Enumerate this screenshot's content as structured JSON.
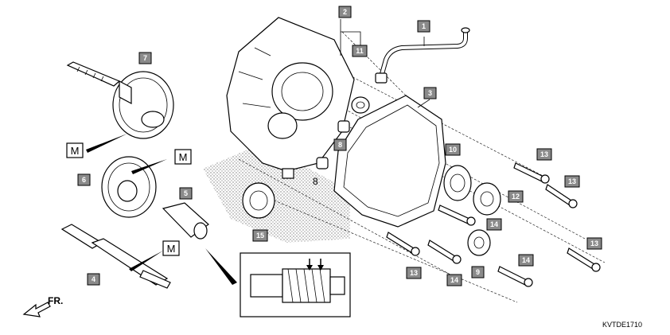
{
  "diagram": {
    "code": "KVTDE1710",
    "front_label": "FR.",
    "callouts": [
      {
        "id": "c1",
        "label": "1"
      },
      {
        "id": "c2",
        "label": "2"
      },
      {
        "id": "c3",
        "label": "3"
      },
      {
        "id": "c4",
        "label": "4"
      },
      {
        "id": "c5",
        "label": "5"
      },
      {
        "id": "c6",
        "label": "6"
      },
      {
        "id": "c7",
        "label": "7"
      },
      {
        "id": "c8",
        "label": "8"
      },
      {
        "id": "c9",
        "label": "9"
      },
      {
        "id": "c10",
        "label": "10"
      },
      {
        "id": "c11",
        "label": "11"
      },
      {
        "id": "c12",
        "label": "12"
      },
      {
        "id": "c13a",
        "label": "13"
      },
      {
        "id": "c13b",
        "label": "13"
      },
      {
        "id": "c13c",
        "label": "13"
      },
      {
        "id": "c13d",
        "label": "13"
      },
      {
        "id": "c14a",
        "label": "14"
      },
      {
        "id": "c14b",
        "label": "14"
      },
      {
        "id": "c14c",
        "label": "14"
      },
      {
        "id": "c15",
        "label": "15"
      }
    ],
    "plain_labels": [
      {
        "id": "p8",
        "label": "8"
      }
    ],
    "markers": [
      {
        "id": "m1",
        "label": "M"
      },
      {
        "id": "m2",
        "label": "M"
      },
      {
        "id": "m3",
        "label": "M"
      }
    ]
  }
}
